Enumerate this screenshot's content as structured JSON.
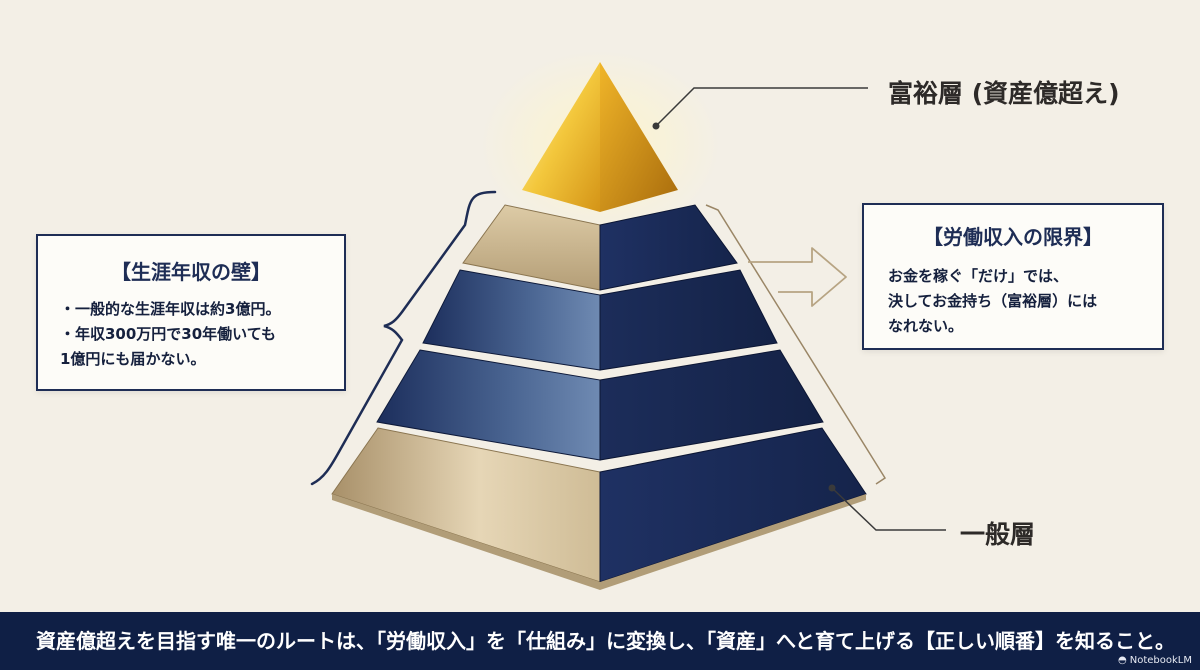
{
  "pyramid": {
    "top_label": "富裕層 (資産億超え)",
    "bottom_label": "一般層"
  },
  "left_box": {
    "title": "【生涯年収の壁】",
    "bullets": [
      "・一般的な生涯年収は約3億円。",
      "・年収300万円で30年働いても",
      "1億円にも届かない。"
    ]
  },
  "right_box": {
    "title": "【労働収入の限界】",
    "text": "お金を稼ぐ「だけ」では、\n決してお金持ち（富裕層）には\nなれない。"
  },
  "footer": {
    "text": "資産億超えを目指す唯一のルートは、「労働収入」を「仕組み」に変換し、「資産」へと育て上げる【正しい順番】を知ること。"
  },
  "watermark": {
    "text": "NotebookLM"
  },
  "colors": {
    "background": "#f3efe6",
    "navy": "#1e2d55",
    "gold": "#e2a722",
    "sand": "#c9b48c",
    "footer": "#0f1f45"
  }
}
